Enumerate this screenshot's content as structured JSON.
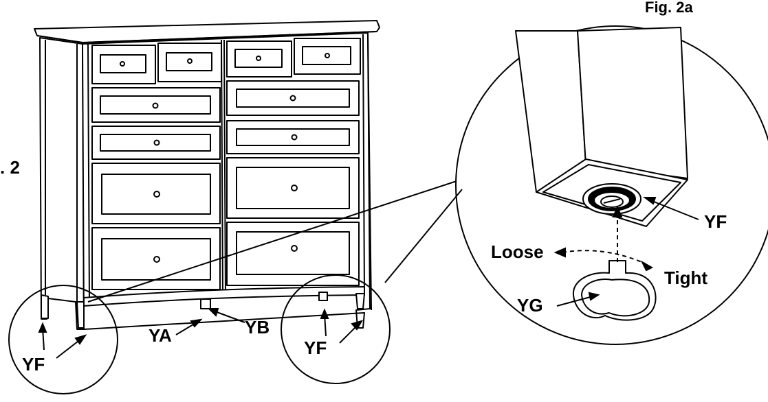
{
  "figure": {
    "fig_label_top": "Fig. 2a",
    "fig_label_left": ". 2"
  },
  "labels": {
    "yf_left": "YF",
    "yf_right": "YF",
    "ya": "YA",
    "yb": "YB",
    "yf_detail": "YF",
    "loose": "Loose",
    "tight": "Tight",
    "yg": "YG"
  }
}
